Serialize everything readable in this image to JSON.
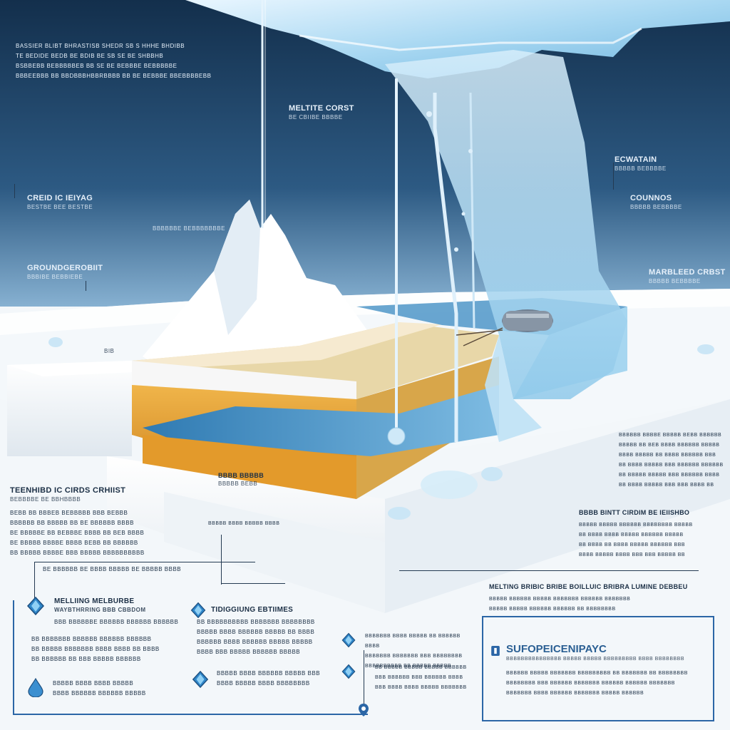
{
  "title": {
    "lines": [
      "BASSIER BLIBT BHRASTISB SHEDR SB S HHHE BHDIBB",
      "TE BEDIDE BEDB BE BDIB BE SB SE BE SHBBHB",
      "BSBBEBB BEBBBBBEB BB SE BE BEBBBE BEBBBBBE",
      "BBBEEBBB BB BBDBBBHBBRBBBB BB BE BEBBBE BBEBBBBEBB"
    ]
  },
  "labels": {
    "melting_coast": {
      "title": "MELTITE CORST",
      "sub": "BE CBIIBE BBBBE"
    },
    "crested_icing": {
      "title": "CREID IC IEIYAG",
      "sub": "BESTBE BEE BESTBE"
    },
    "ground_point": {
      "title": "GROUNDGEROBIIT",
      "sub": "BBBIBE BEBBIEBE"
    },
    "mid_note": {
      "sub": "BBBBBBE BEBBBBBBBE"
    },
    "ecwatain": {
      "title": "ECWATAIN",
      "sub": "BBBBB BEBBBBE"
    },
    "counnos": {
      "title": "COUNNOS",
      "sub": "BBBBB BEBBBBE"
    },
    "marbled_coast": {
      "title": "MARBLEED CRBST",
      "sub": "BBBBB BEBBBBE"
    },
    "small_tag": {
      "sub": "BIB"
    },
    "layer_tag": {
      "title": "BBBB BBBBB",
      "sub": "BBBBB BEBB"
    },
    "left_block": {
      "title": "TEENHIBD IC CIRDS CRHIIST",
      "sub": "BEBBBBE BE BBHBBBB",
      "lines": [
        "BEBB BB BBBEB BEBBBBB BBB BEBBB",
        "BBBBBB BB BBBBB BB BE BBBBBB BBBB",
        "BE BBBBBE BB BEBBBE BBBB BB BEB BBBB",
        "BE BBBBB BBBBE BBBB BEBB BB BBBBBB",
        "BB BBBBB BBBBE BBB BBBBB BBBBBBBBBB"
      ]
    },
    "right_block": {
      "lines": [
        "BBBBBB BBBBE BBBBB BEBB BBBBBB",
        "BBBBB BB BEB BBBB BBBBBB BBBBB",
        "BBBB BBBBB BB BBBB BBBBBB BBB",
        "BB BBBB BBBBB BBB BBBBBB BBBBBB",
        "BB BBBBB BBBBB BBB BBBBBB BBBB",
        "BB BBBB BBBBB BBB BBB BBBB BB"
      ]
    },
    "right_mid": {
      "title": "BBBB BINTT CIRDIM BE IEIISHBO",
      "lines": [
        "BBBBB BBBBB BBBBBB BBBBBBBB BBBBB",
        "BB BBBB BBBB BBBBB BBBBBB BBBBB",
        "BB BBBB BB BBBB BBBBB BBBBBB BBB",
        "BBBB BBBBB BBBB BBB BBB BBBBB BB"
      ]
    },
    "lower_left": {
      "line": "BE BBBBBB BE BBBB BBBBB BE BBBBB BBBB"
    },
    "lower_mid": {
      "line": "BBBBB BBBB BBBBB BBBB"
    }
  },
  "panels": {
    "melting_melbourne": {
      "title": "MELLIING MELBURBE",
      "sub": "WAYBTHRRING BBB CBBDOM",
      "lines": [
        "BBB BBBBBBE BBBBBB BBBBBB BBBBBB",
        "BB BBBBBBB BBBBBB BBBBBB BBBBBB",
        "BB BBBBB BBBBBBB BBBB BBBB BB BBBB",
        "BB BBBBBB BB BBB BBBBB BBBBBB"
      ],
      "lines2": [
        "BBBBB BBBB BBBB BBBBB",
        "BBBB BBBBBB BBBBBB BBBBB"
      ]
    },
    "tiding_ertrimes": {
      "title": "TIDIGGIUNG EBTIIMES",
      "lines": [
        "BB BBBBBBBBBB BBBBBBB BBBBBBBB",
        "BBBBB BBBB BBBBBB BBBBB BB BBBB",
        "BBBBBB BBBB BBBBBB BBBBB BBBBB",
        "BBBB BBB BBBBB BBBBBB BBBBB"
      ],
      "lines2": [
        "BBBBB BBBB BBBBBB BBBBB BBB",
        "BBBB BBBBB BBBB BBBBBBBB"
      ]
    },
    "melting_right": {
      "title": "MELTING BRIBIC BRIBE BOILLUIC BRIBRA LUMINE DEBBEU",
      "lines": [
        "BBBBB BBBBBB BBBBB BBBBBBB BBBBBB BBBBBBB",
        "BBBBB BBBBB BBBBBB BBBBBB BB BBBBBBBB"
      ]
    },
    "middle_stack": {
      "lines": [
        "BBBBBBB BBBB BBBBB BB BBBBBB BBBB",
        "BBBBBBB BBBBBBB BBB BBBBBBBB",
        "BBBBBBBBBB BB BBBBB BBBBB"
      ],
      "lines2": [
        "BB BBBBB BBBBB BBBBB BBBBBB",
        "BBB BBBBBB BBB BBBBBB BBBB",
        "BBB BBBB BBBB BBBBB BBBBBBB"
      ]
    },
    "sufopei": {
      "title": "SUFOPEICENIPAYC",
      "sub": "BBBBBBBBBBBBBBB BBBBB BBBBB BBBBBBBBB BBBB BBBBBBBB",
      "lines": [
        "BBBBBB BBBBB BBBBBBB BBBBBBBBB BB BBBBBBB BB BBBBBBBB",
        "BBBBBBBB BBB BBBBBB BBBBBBB BBBBBB BBBBBB BBBBBBB",
        "BBBBBBB BBBB BBBBBB BBBBBBB BBBBB BBBBBB"
      ]
    }
  },
  "colors": {
    "sky_top": "#16324f",
    "sky_bottom": "#5f8db4",
    "snow": "#eef3f8",
    "sand": "#e8d7a8",
    "amber": "#d99a2b",
    "water": "#4e92c4",
    "ice": "#bfe1f5",
    "frame_blue": "#2b66a6"
  },
  "icons": [
    "drop-icon",
    "crystal-icon",
    "tank-icon",
    "pin-icon"
  ]
}
